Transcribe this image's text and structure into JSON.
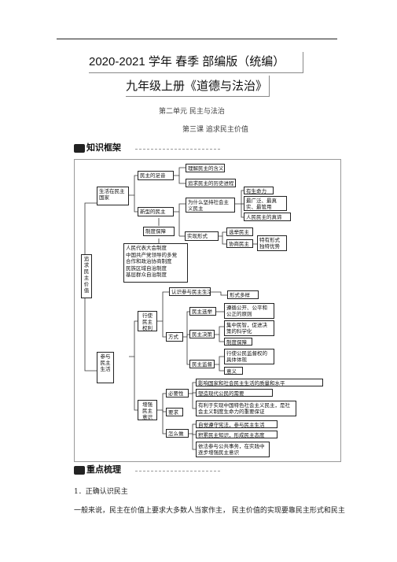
{
  "header": {
    "title_line1": "2020-2021    学年  春季  部编版（统编）",
    "title_line2": "九年级上册《道德与法治》",
    "unit": "第二单元      民主与法治",
    "lesson": "第三课      追求民主价值"
  },
  "sections": {
    "knowledge_framework": "知识框架",
    "key_points": "重点梳理"
  },
  "diagram": {
    "root": "追求民主价值",
    "branch_life": "生活在民主国家",
    "branch_participate": "参与民主生活",
    "democracy_path": "民主的足音",
    "understand_meaning": "理解民主的含义",
    "pursue_history": "追求民主的历史进程",
    "new_democracy": "新型的民主",
    "why_socialist": "为什么坚持社会主义民主",
    "have_vitality": "有生命力",
    "broadest": "最广泛、最真实、最管用",
    "people_democracy": "人民民主的真谛",
    "system_guarantee": "制度保障",
    "system_list": [
      "人民代表大会制度",
      "中国共产党领导的多党",
      "合作和政治协商制度",
      "民族区域自治制度",
      "基层群众自治制度"
    ],
    "forms": "实现形式",
    "electoral": "选举民主",
    "consultative": "协商民主",
    "forms_merit": "特有形式独特优势",
    "exercise_rights": "行使民主权利",
    "aware_participate": "认识参与民主生活",
    "diverse_forms": "形式多样",
    "methods": "方式",
    "democratic_election": "民主选举",
    "election_principle": "遵循公开、公平和公正的原则",
    "democratic_decision": "民主决策",
    "decision_point": "集中民智，促进决策的科学化",
    "system_guarantee2": "制度保障",
    "democratic_supervision": "民主监督",
    "supervision_point": "行使公民监督权的具体体现",
    "significance": "意义",
    "enhance_awareness": "增强民主意识",
    "necessity": "必要性",
    "nec1": "影响国家和社会民主生活的质量和水平",
    "nec2": "塑造现代公民的需要",
    "nec3": "有利于实现中国特色社会主义民主，是社会主义制度生命力的重要保证",
    "requirements": "要求",
    "how_to": "怎么做",
    "how1": "自觉遵守宪法，参与民主生活",
    "how2": "积累民主知识，形成民主态度",
    "how3": "依法参与公共事务，在实践中逐步增强民主意识"
  },
  "body": {
    "item1": "1．正确认识民主",
    "line1": "一般来说，民主在价值上要求大多数人当家作主，      民主价值的实现要靠民主形式和民主"
  }
}
